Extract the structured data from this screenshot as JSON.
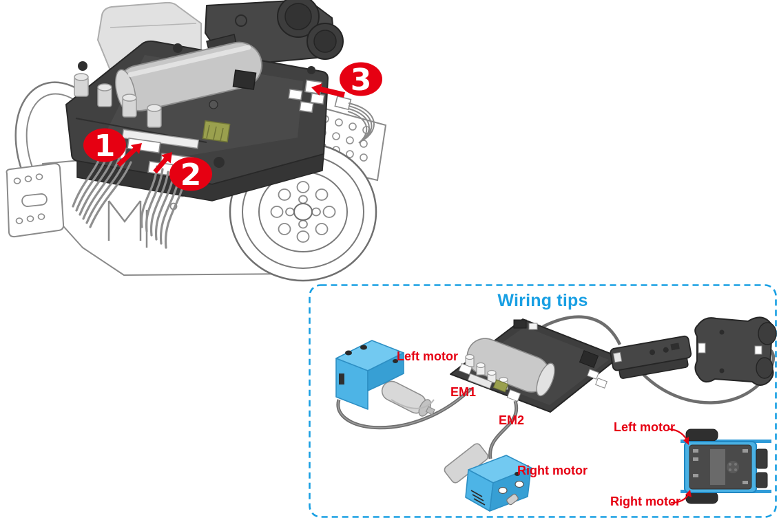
{
  "illustration": {
    "callouts": [
      "1",
      "2",
      "3"
    ]
  },
  "wiring_panel": {
    "title": "Wiring tips",
    "labels": {
      "left_motor": "Left motor",
      "em1": "EM1",
      "em2": "EM2",
      "right_motor": "Right motor",
      "top_view_left_motor": "Left motor",
      "top_view_right_motor": "Right motor"
    }
  },
  "colors": {
    "callout_red": "#e60012",
    "accent_blue": "#189fe3",
    "motor_blue": "#4db4e6"
  }
}
